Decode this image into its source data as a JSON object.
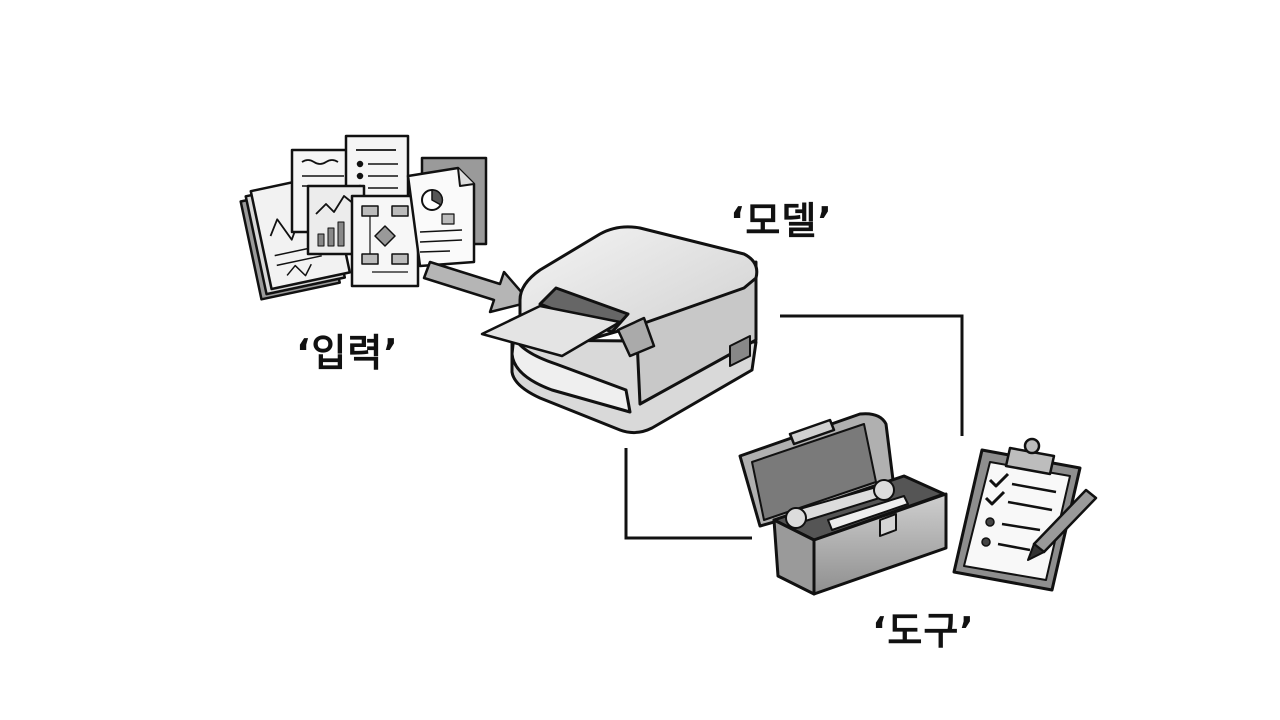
{
  "labels": {
    "input": "‘입력’",
    "model": "‘모델’",
    "tools": "‘도구’"
  },
  "icons": [
    "documents-stack-icon",
    "arrow-icon",
    "printer-device-icon",
    "toolbox-icon",
    "wrench-icon",
    "clipboard-checklist-icon",
    "pen-icon"
  ],
  "colors": {
    "ink": "#111111",
    "fill_light": "#eeeeee",
    "fill_mid": "#bdbdbd",
    "fill_dark": "#7a7a7a"
  }
}
